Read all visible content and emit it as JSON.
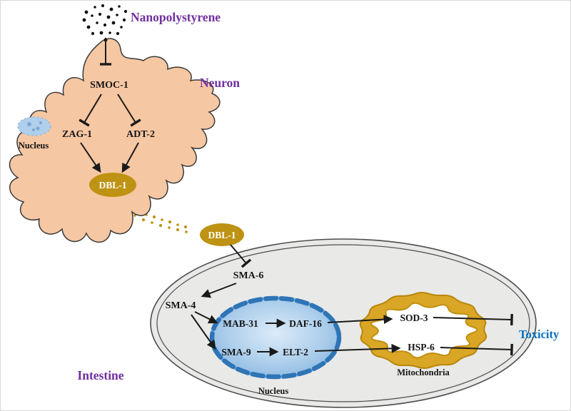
{
  "labels": {
    "nanopolystyrene": "Nanopolystyrene",
    "neuron": "Neuron",
    "neuron_nucleus": "Nucleus",
    "smoc1": "SMOC-1",
    "zag1": "ZAG-1",
    "adt2": "ADT-2",
    "dbl1_neuron": "DBL-1",
    "dbl1_secreted": "DBL-1",
    "sma6": "SMA-6",
    "sma4": "SMA-4",
    "mab31": "MAB-31",
    "daf16": "DAF-16",
    "sma9": "SMA-9",
    "elt2": "ELT-2",
    "sod3": "SOD-3",
    "hsp6": "HSP-6",
    "mitochondria": "Mitochondria",
    "intestine_nucleus": "Nucleus",
    "intestine": "Intestine",
    "toxicity": "Toxicity"
  },
  "colors": {
    "purple": "#7030A0",
    "blue": "#0070C0",
    "black_text": "#141414",
    "white_text": "#ffffff",
    "neuron_fill": "#F6C7A3",
    "neuron_stroke": "#3a3a3a",
    "neuron_nucleus_fill": "#AFCFEC",
    "neuron_nucleus_speckle": "#7FA6CF",
    "gold": "#BE9212",
    "mito_gold": "#D9A625",
    "mito_edge": "#C08F13",
    "intestine_fill": "#E9E9E8",
    "membrane": "#4d4d4d",
    "nucleus_ring": "#2E75B6",
    "edge": "#1a1a1a",
    "particle": "#111111"
  },
  "edges": [
    {
      "source": "Nanopolystyrene",
      "target": "SMOC-1",
      "type": "inhibition"
    },
    {
      "source": "SMOC-1",
      "target": "ZAG-1",
      "type": "inhibition"
    },
    {
      "source": "SMOC-1",
      "target": "ADT-2",
      "type": "inhibition"
    },
    {
      "source": "ZAG-1",
      "target": "DBL-1",
      "type": "activation"
    },
    {
      "source": "ADT-2",
      "target": "DBL-1",
      "type": "activation"
    },
    {
      "source": "DBL-1 (neuron)",
      "target": "DBL-1 (secreted)",
      "type": "secretion"
    },
    {
      "source": "DBL-1",
      "target": "SMA-6",
      "type": "inhibition"
    },
    {
      "source": "SMA-6",
      "target": "SMA-4",
      "type": "activation"
    },
    {
      "source": "SMA-4",
      "target": "MAB-31",
      "type": "activation"
    },
    {
      "source": "SMA-4",
      "target": "SMA-9",
      "type": "activation"
    },
    {
      "source": "MAB-31",
      "target": "DAF-16",
      "type": "activation"
    },
    {
      "source": "SMA-9",
      "target": "ELT-2",
      "type": "activation"
    },
    {
      "source": "DAF-16",
      "target": "SOD-3",
      "type": "activation"
    },
    {
      "source": "ELT-2",
      "target": "HSP-6",
      "type": "activation"
    },
    {
      "source": "SOD-3",
      "target": "Toxicity",
      "type": "inhibition"
    },
    {
      "source": "HSP-6",
      "target": "Toxicity",
      "type": "inhibition"
    }
  ]
}
